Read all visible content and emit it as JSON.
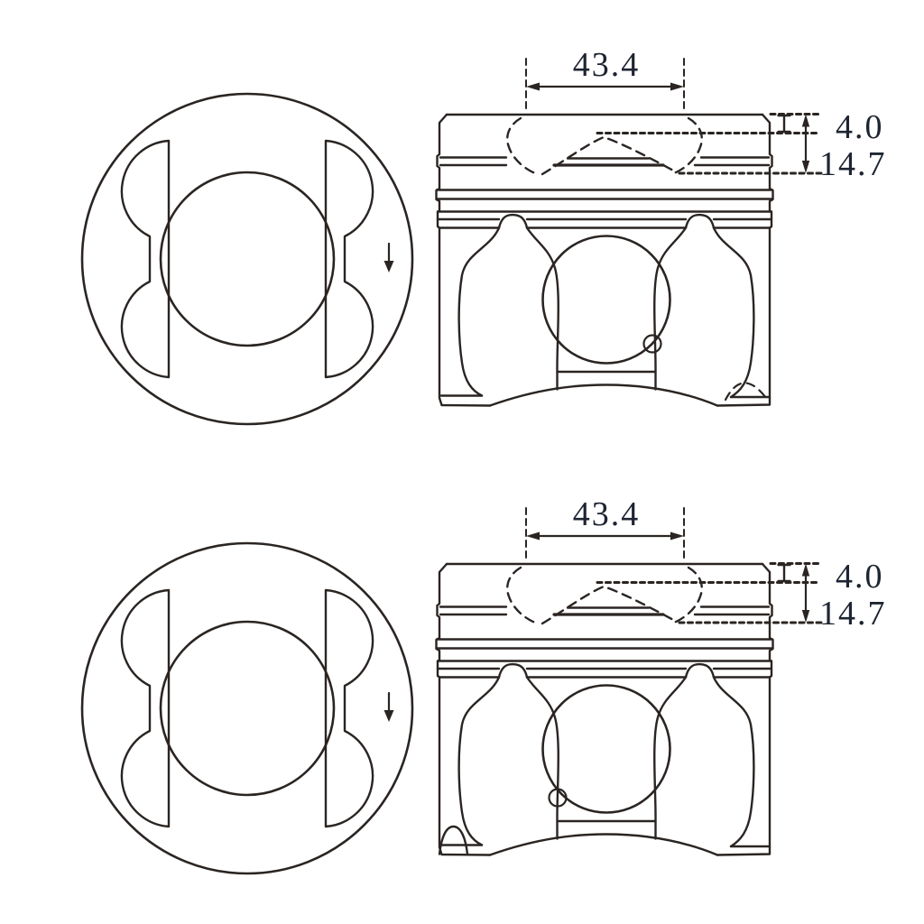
{
  "page": {
    "background_color": "#ffffff",
    "line_color": "#2a2522",
    "dimension_text_color": "#1e2431"
  },
  "views": [
    {
      "position": "top",
      "top_view": {
        "orientation_arrow_icon": "down-arrow"
      },
      "side_view": {
        "dimensions": {
          "bowl_width": "43.4",
          "lip_depth": "4.0",
          "bowl_depth": "14.7"
        },
        "hidden_detail_icon": "dashed-arc",
        "pin_notch_position": "lower-right"
      }
    },
    {
      "position": "bottom",
      "top_view": {
        "orientation_arrow_icon": "down-arrow"
      },
      "side_view": {
        "dimensions": {
          "bowl_width": "43.4",
          "lip_depth": "4.0",
          "bowl_depth": "14.7"
        },
        "hidden_detail_icon": "solid-dome",
        "pin_notch_position": "lower-left"
      }
    }
  ]
}
